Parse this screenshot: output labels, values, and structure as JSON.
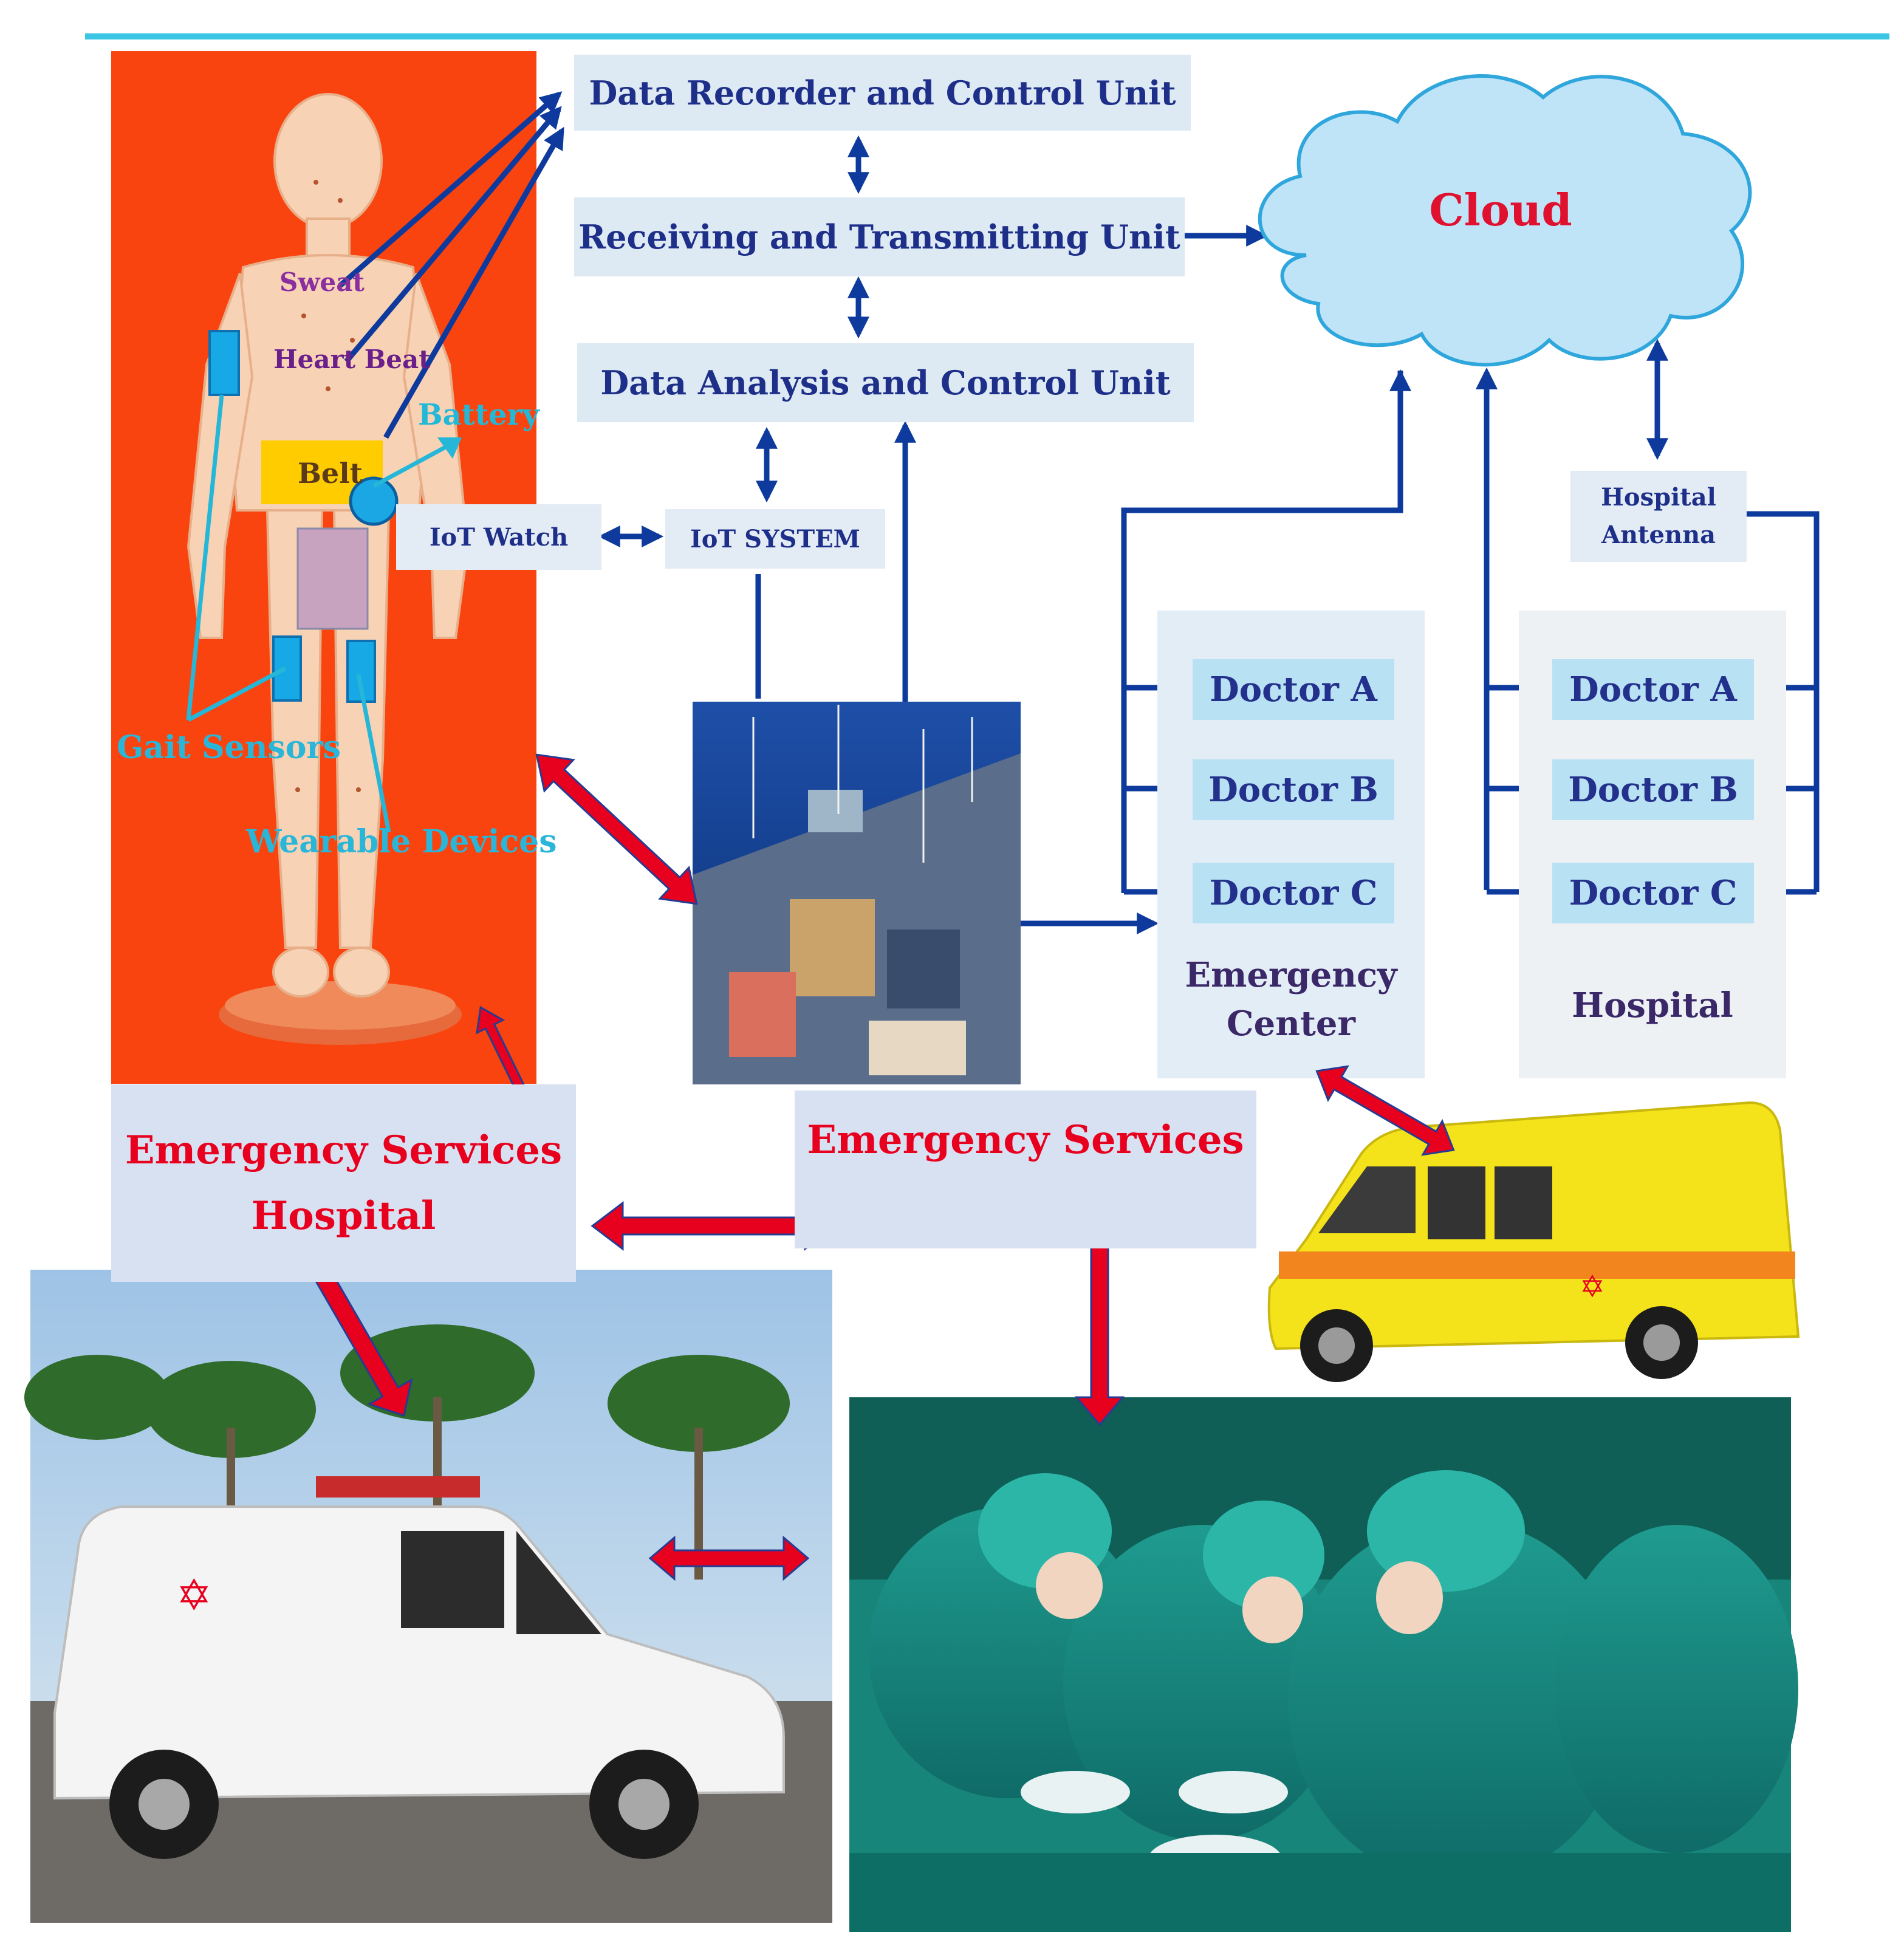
{
  "units": {
    "data_recorder": "Data Recorder and Control Unit",
    "receiving_transmitting": "Receiving and Transmitting Unit",
    "data_analysis": "Data Analysis and Control Unit",
    "iot_watch": "IoT Watch",
    "iot_system": "IoT SYSTEM"
  },
  "cloud": {
    "label": "Cloud"
  },
  "hospital_antenna": {
    "line1": "Hospital",
    "line2": "Antenna"
  },
  "emergency_center": {
    "doctors": [
      "Doctor A",
      "Doctor B",
      "Doctor C"
    ],
    "line1": "Emergency",
    "line2": "Center"
  },
  "hospital": {
    "doctors": [
      "Doctor A",
      "Doctor B",
      "Doctor C"
    ],
    "label": "Hospital"
  },
  "body_labels": {
    "sweat": "Sweat",
    "heart_beat": "Heart Beat",
    "battery": "Battery",
    "belt": "Belt",
    "gait_sensors": "Gait Sensors",
    "wearable_devices": "Wearable Devices"
  },
  "emergency_services_hospital": {
    "line1": "Emergency Services",
    "line2": "Hospital"
  },
  "emergency_services": {
    "label": "Emergency Services"
  },
  "colors": {
    "arrow_blue": "#0d3a9c",
    "arrow_red": "#e8001f",
    "cloud_fill": "#bfe4f7",
    "panel_bg": "#ff4a12"
  }
}
